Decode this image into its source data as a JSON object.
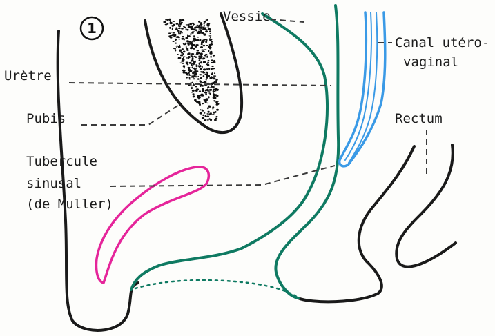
{
  "figure_number": "1",
  "labels": {
    "vessie": "Vessie",
    "canal_line1": "Canal utéro-",
    "canal_line2": "vaginal",
    "uretre": "Urètre",
    "pubis": "Pubis",
    "rectum": "Rectum",
    "tubercule_line1": "Tubercule",
    "tubercule_line2": "sinusal",
    "tubercule_line3": "(de Muller)"
  },
  "colors": {
    "outline": "#1a1a1a",
    "urogenital_sinus": "#0f7a62",
    "canal": "#3a9ae6",
    "tubercle": "#e5259a",
    "leader": "#3a3a3a"
  }
}
